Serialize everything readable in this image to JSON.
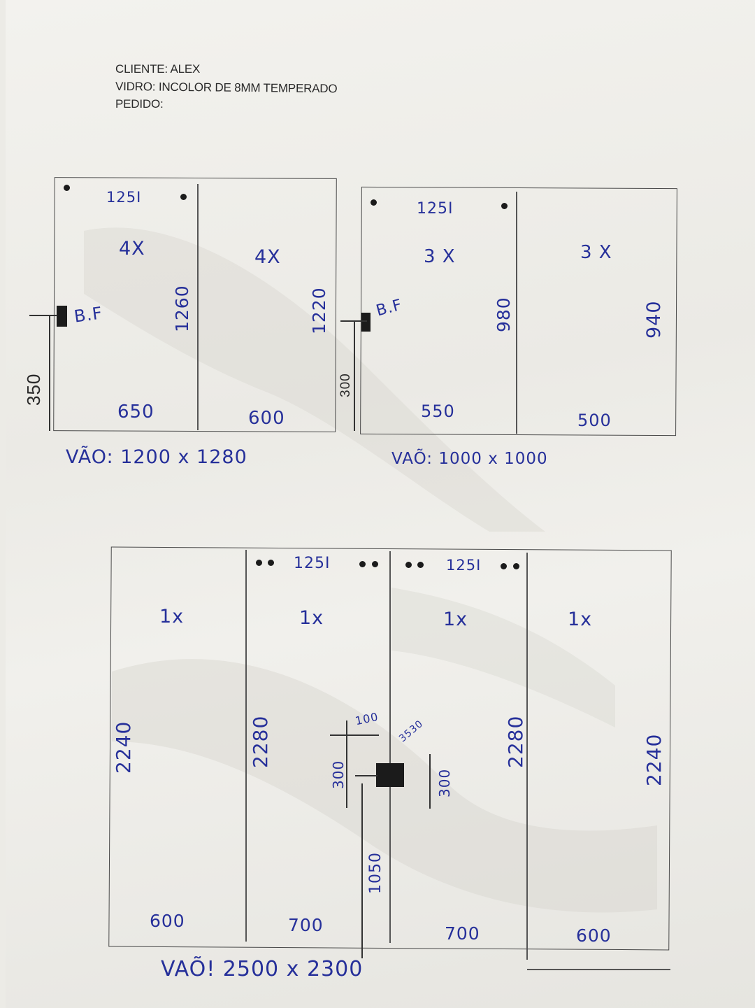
{
  "header": {
    "cliente": "CLIENTE: ALEX",
    "vidro": "VIDRO: INCOLOR DE 8MM TEMPERADO",
    "pedido": "PEDIDO:"
  },
  "drawing1": {
    "top_label": "125I",
    "qty_left": "4X",
    "qty_right": "4X",
    "bf_label": "B.F",
    "height_left": "1260",
    "height_right": "1220",
    "width_left": "650",
    "width_right": "600",
    "side_dim": "350",
    "vao": "VÃO: 1200 x 1280"
  },
  "drawing2": {
    "top_label": "125I",
    "qty_left": "3 X",
    "qty_right": "3 X",
    "bf_label": "B.F",
    "height_left": "980",
    "height_right": "940",
    "width_left": "550",
    "width_right": "500",
    "side_dim": "300",
    "vao": "VAÕ: 1000 x 1000"
  },
  "drawing3": {
    "top_label_a": "125I",
    "top_label_b": "125I",
    "qty": [
      "1x",
      "1x",
      "1x",
      "1x"
    ],
    "heights": [
      "2240",
      "2280",
      "2280",
      "2240"
    ],
    "widths": [
      "600",
      "700",
      "700",
      "600"
    ],
    "lock_dim_top": "100",
    "lock_dim_left": "300",
    "lock_dim_right": "300",
    "lock_dim_diag": "3530",
    "lock_dim_bottom": "1050",
    "vao": "VAÕ! 2500 x 2300"
  }
}
